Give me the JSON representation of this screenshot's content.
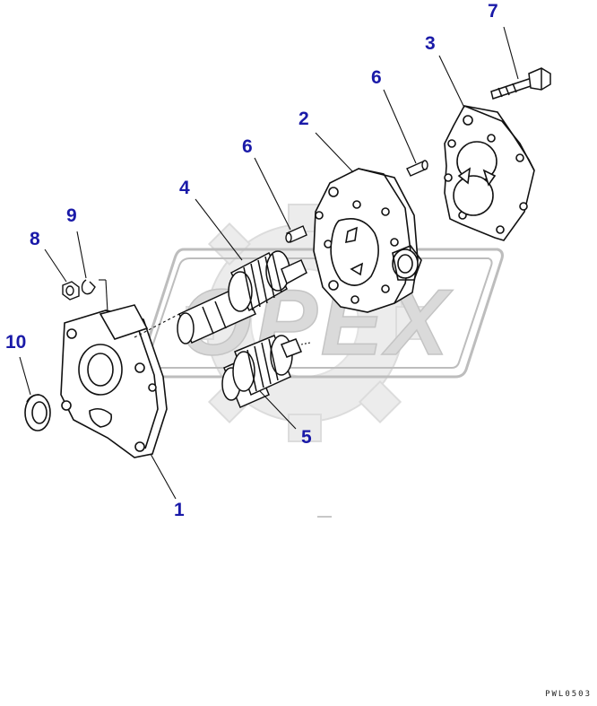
{
  "diagram": {
    "watermark_text": "OPEX",
    "drawing_code": "PWL0503",
    "callouts": {
      "c1": "1",
      "c2": "2",
      "c3": "3",
      "c4": "4",
      "c5": "5",
      "c6a": "6",
      "c6b": "6",
      "c7": "7",
      "c8": "8",
      "c9": "9",
      "c10": "10"
    },
    "colors": {
      "callout": "#1a1aa8",
      "line": "#111111",
      "watermark": "#e6e6e6"
    }
  }
}
